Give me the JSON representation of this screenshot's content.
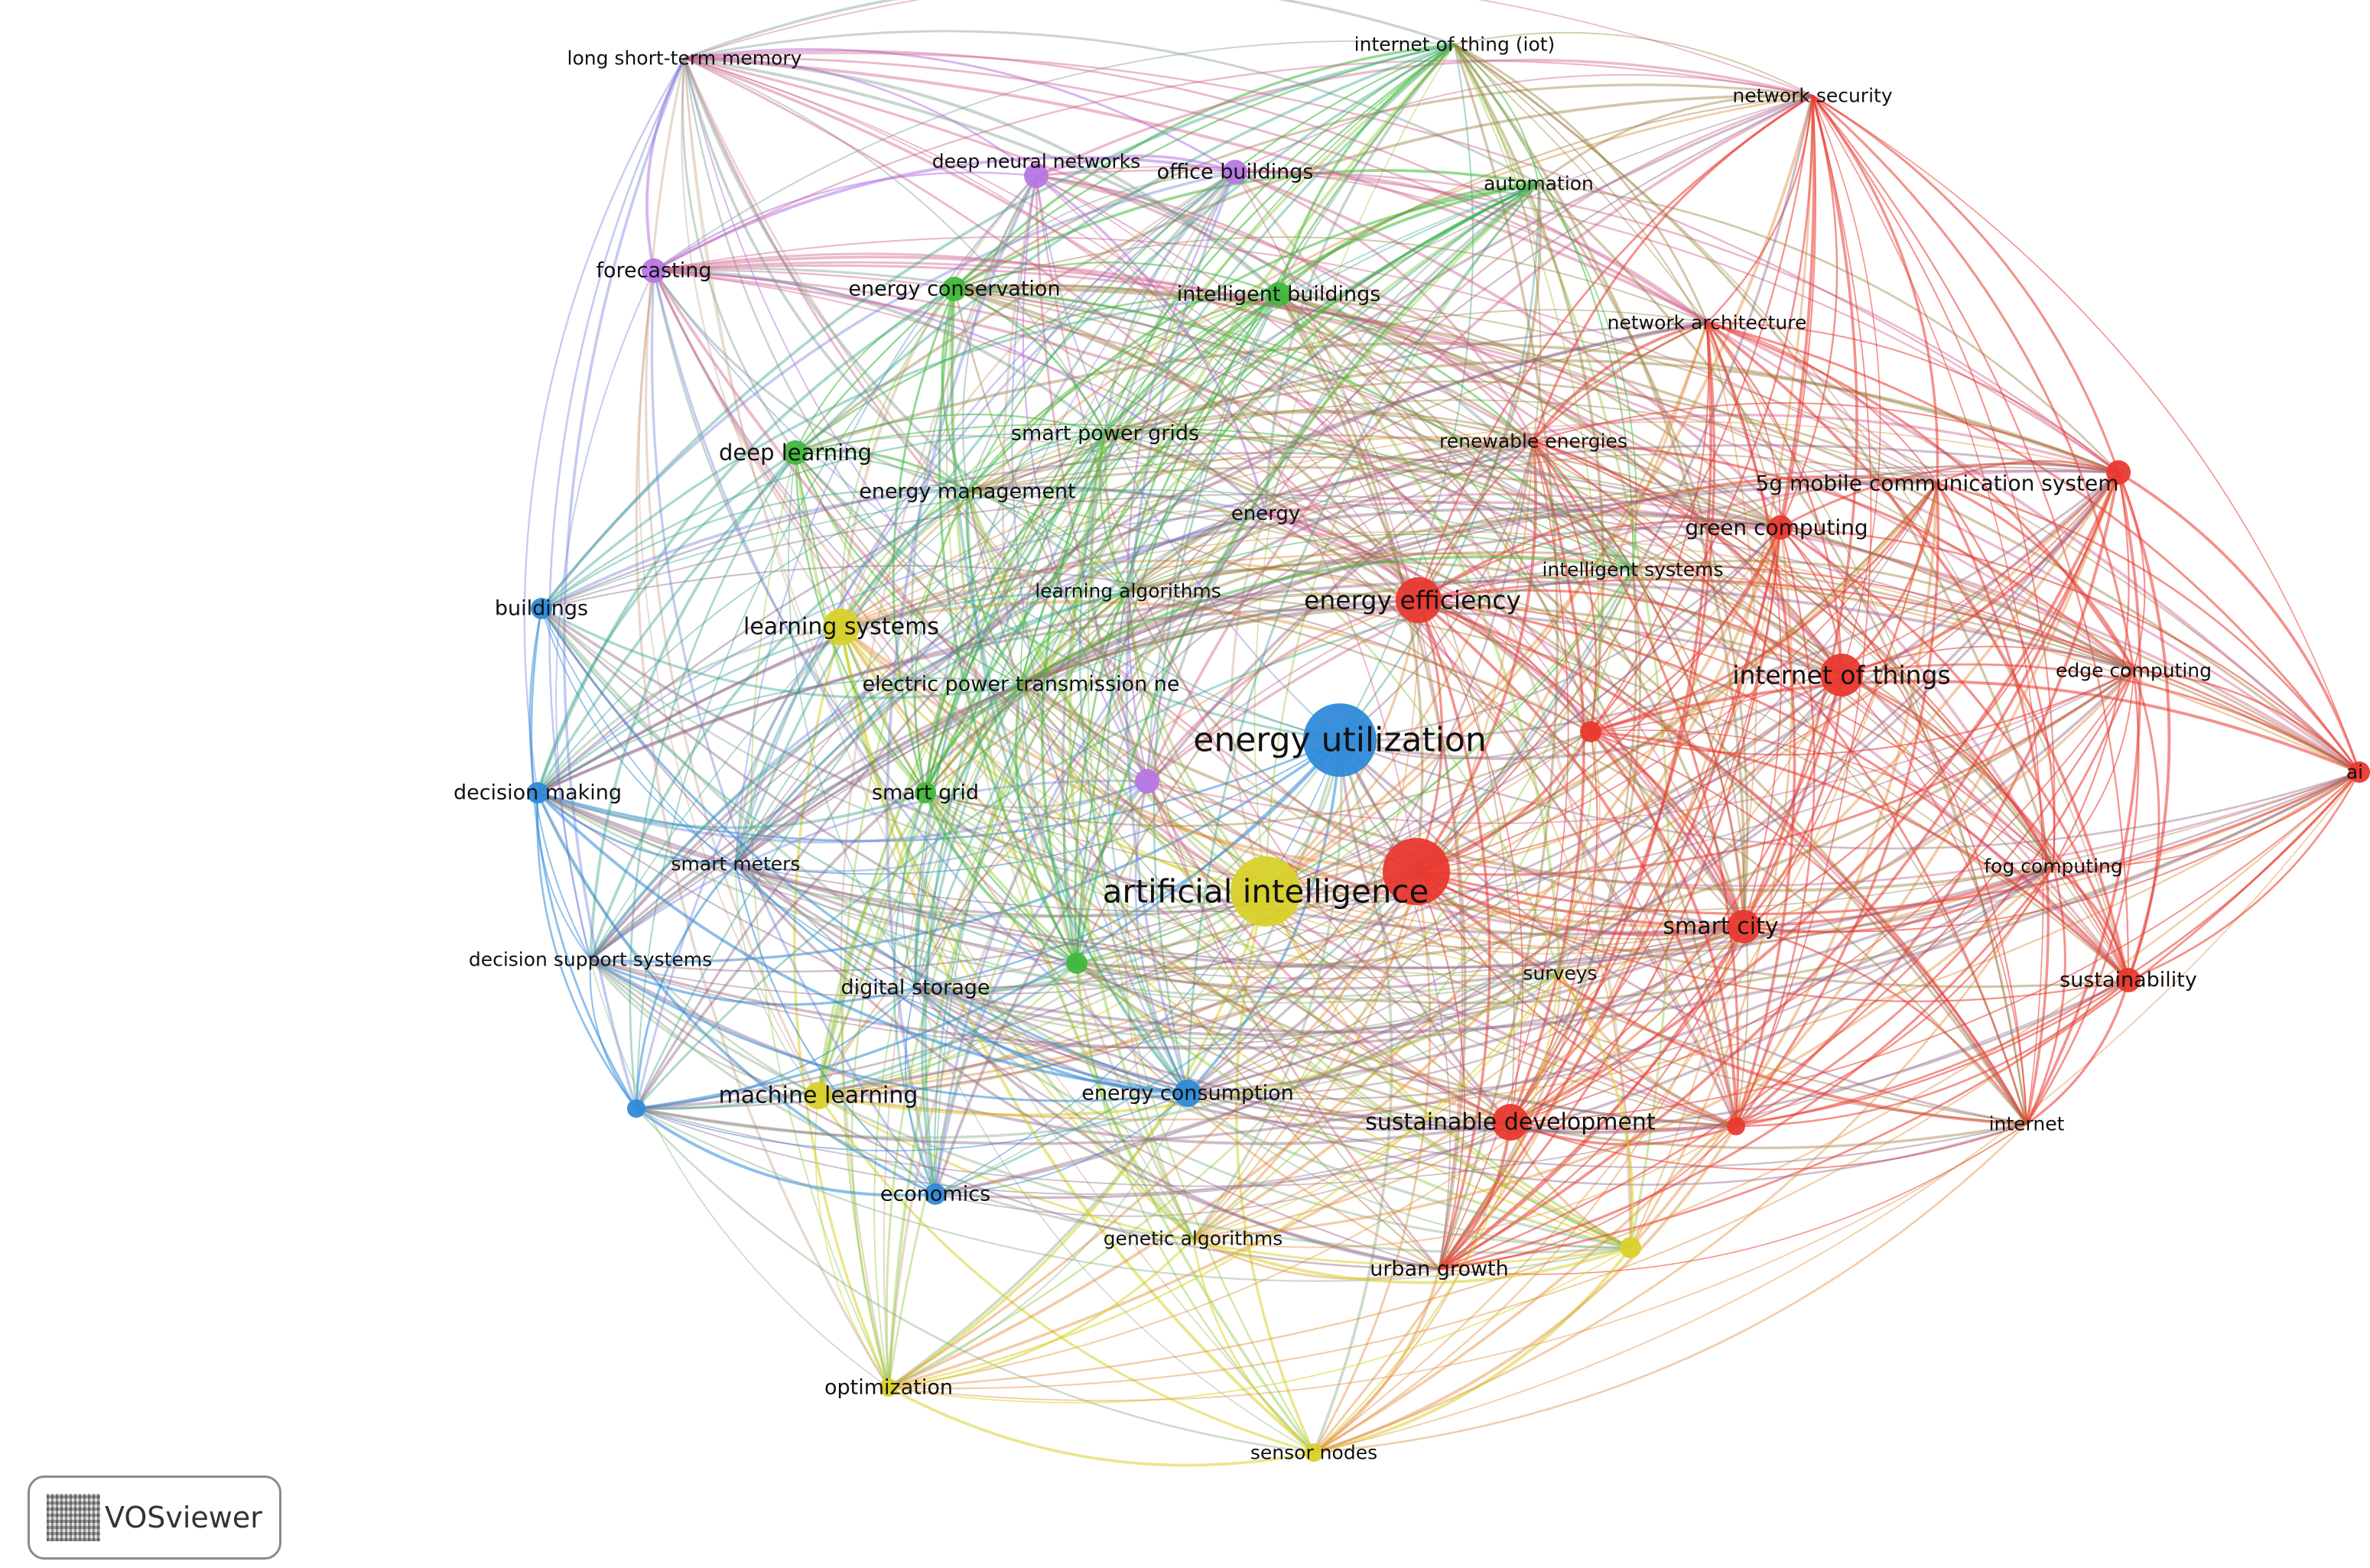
{
  "clusters": {
    "red": "#e8392f",
    "green": "#41b83c",
    "blue": "#2f8ad8",
    "yellow": "#d8d12a",
    "purple": "#b677e3"
  },
  "nodes": [
    {
      "id": "energy-utilization",
      "label": "energy utilization",
      "cluster": "blue"
    },
    {
      "id": "artificial-intelligence",
      "label": "artificial intelligence",
      "cluster": "yellow"
    },
    {
      "id": "unlabeled-red-large",
      "label": "",
      "cluster": "red"
    },
    {
      "id": "energy-efficiency",
      "label": "energy efficiency",
      "cluster": "red"
    },
    {
      "id": "internet-of-things",
      "label": "internet of things",
      "cluster": "red"
    },
    {
      "id": "smart-city",
      "label": "smart city",
      "cluster": "red"
    },
    {
      "id": "sustainable-development",
      "label": "sustainable development",
      "cluster": "red"
    },
    {
      "id": "learning-systems",
      "label": "learning systems",
      "cluster": "yellow"
    },
    {
      "id": "machine-learning",
      "label": "machine learning",
      "cluster": "yellow"
    },
    {
      "id": "deep-learning",
      "label": "deep learning",
      "cluster": "green"
    },
    {
      "id": "energy-conservation",
      "label": "energy conservation",
      "cluster": "green"
    },
    {
      "id": "intelligent-buildings",
      "label": "intelligent buildings",
      "cluster": "green"
    },
    {
      "id": "office-buildings",
      "label": "office buildings",
      "cluster": "purple"
    },
    {
      "id": "deep-neural-networks",
      "label": "deep neural networks",
      "cluster": "purple"
    },
    {
      "id": "forecasting",
      "label": "forecasting",
      "cluster": "purple"
    },
    {
      "id": "long-short-term-memory",
      "label": "long short-term memory",
      "cluster": "purple"
    },
    {
      "id": "energy",
      "label": "energy",
      "cluster": "purple"
    },
    {
      "id": "unlabeled-purple",
      "label": "",
      "cluster": "purple"
    },
    {
      "id": "internet-of-thing-iot",
      "label": "internet of thing (iot)",
      "cluster": "green"
    },
    {
      "id": "automation",
      "label": "automation",
      "cluster": "green"
    },
    {
      "id": "network-security",
      "label": "network security",
      "cluster": "red"
    },
    {
      "id": "network-architecture",
      "label": "network architecture",
      "cluster": "red"
    },
    {
      "id": "renewable-energies",
      "label": "renewable energies",
      "cluster": "red"
    },
    {
      "id": "5g-mobile-communication-system",
      "label": "5g mobile communication system",
      "cluster": "red"
    },
    {
      "id": "unlabeled-red-right",
      "label": "",
      "cluster": "red"
    },
    {
      "id": "green-computing",
      "label": "green computing",
      "cluster": "red"
    },
    {
      "id": "intelligent-systems",
      "label": "intelligent systems",
      "cluster": "green"
    },
    {
      "id": "smart-power-grids",
      "label": "smart power grids",
      "cluster": "green"
    },
    {
      "id": "energy-management",
      "label": "energy management",
      "cluster": "green"
    },
    {
      "id": "learning-algorithms",
      "label": "learning algorithms",
      "cluster": "green"
    },
    {
      "id": "electric-power-transmission",
      "label": "electric power transmission ne",
      "cluster": "green"
    },
    {
      "id": "smart-grid",
      "label": "smart grid",
      "cluster": "green"
    },
    {
      "id": "unlabeled-green",
      "label": "",
      "cluster": "green"
    },
    {
      "id": "buildings",
      "label": "buildings",
      "cluster": "blue"
    },
    {
      "id": "decision-making",
      "label": "decision making",
      "cluster": "blue"
    },
    {
      "id": "smart-meters",
      "label": "smart meters",
      "cluster": "blue"
    },
    {
      "id": "decision-support-systems",
      "label": "decision support systems",
      "cluster": "blue"
    },
    {
      "id": "digital-storage",
      "label": "digital storage",
      "cluster": "blue"
    },
    {
      "id": "unlabeled-blue",
      "label": "",
      "cluster": "blue"
    },
    {
      "id": "energy-consumption",
      "label": "energy consumption",
      "cluster": "blue"
    },
    {
      "id": "economics",
      "label": "economics",
      "cluster": "blue"
    },
    {
      "id": "genetic-algorithms",
      "label": "genetic algorithms",
      "cluster": "yellow"
    },
    {
      "id": "urban-growth",
      "label": "urban growth",
      "cluster": "red"
    },
    {
      "id": "surveys",
      "label": "surveys",
      "cluster": "yellow"
    },
    {
      "id": "unlabeled-yellow",
      "label": "",
      "cluster": "yellow"
    },
    {
      "id": "optimization",
      "label": "optimization",
      "cluster": "yellow"
    },
    {
      "id": "sensor-nodes",
      "label": "sensor nodes",
      "cluster": "yellow"
    },
    {
      "id": "edge-computing",
      "label": "edge computing",
      "cluster": "red"
    },
    {
      "id": "ai",
      "label": "ai",
      "cluster": "red"
    },
    {
      "id": "fog-computing",
      "label": "fog computing",
      "cluster": "red"
    },
    {
      "id": "sustainability",
      "label": "sustainability",
      "cluster": "red"
    },
    {
      "id": "internet",
      "label": "internet",
      "cluster": "red"
    },
    {
      "id": "unlabeled-red-small",
      "label": "",
      "cluster": "red"
    },
    {
      "id": "unlabeled-red-mid",
      "label": "",
      "cluster": "red"
    }
  ],
  "badge": {
    "label": "VOSviewer",
    "logo_icon": "vosviewer-logo-icon"
  }
}
